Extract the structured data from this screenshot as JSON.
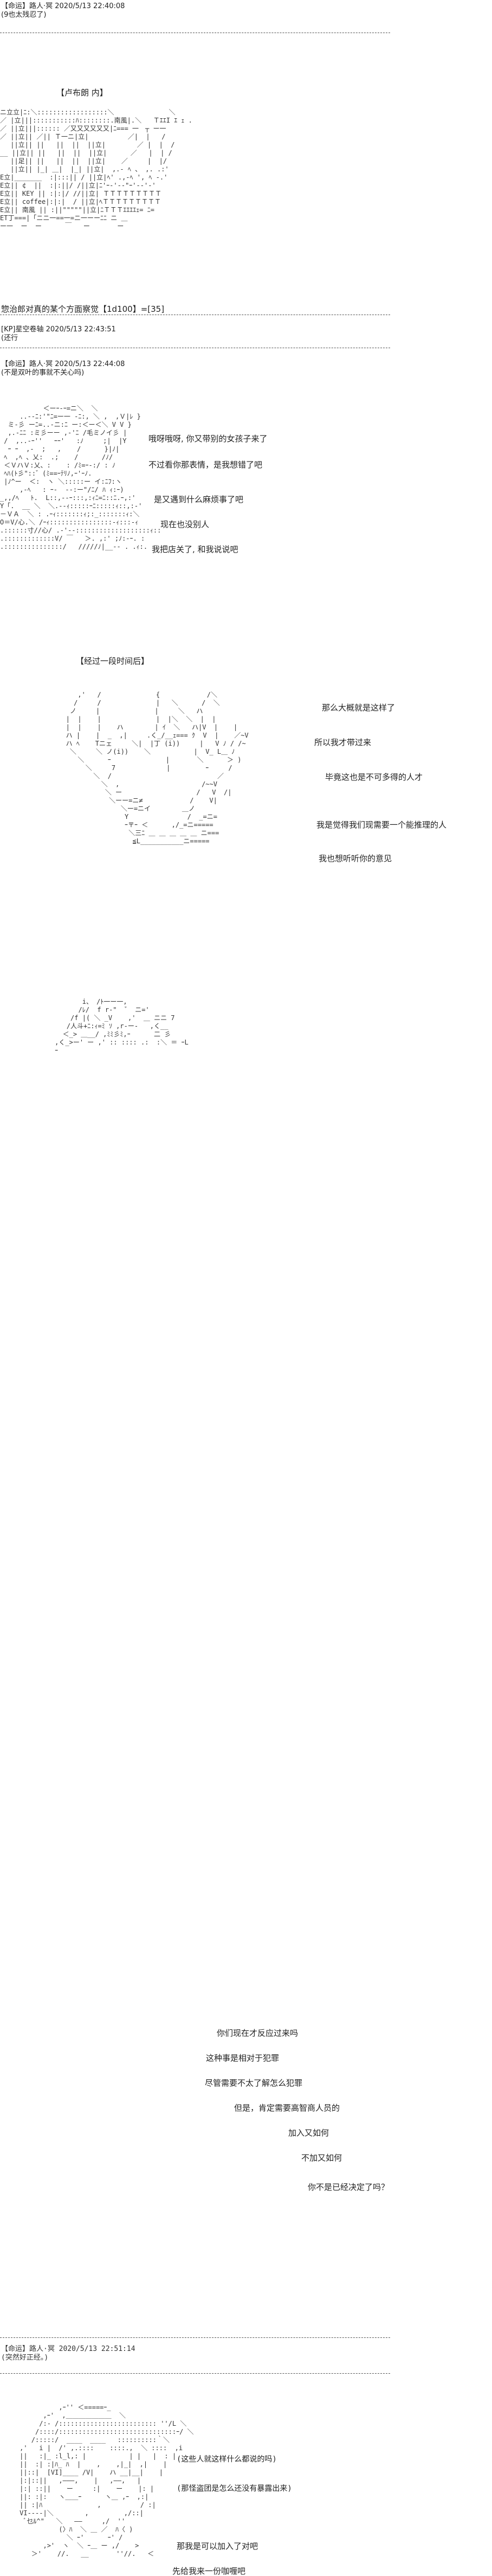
{
  "posts": [
    {
      "header": "【命运】路人·冥 2020/5/13 22:40:08",
      "sub": "(9也太残忍了)"
    },
    {
      "header": "[KP]星空卷轴 2020/5/13 22:43:51",
      "sub": "(还行"
    },
    {
      "header": "【命运】路人·冥 2020/5/13 22:44:08",
      "sub": "(不是双叶的事就不关心吗)"
    },
    {
      "header": "【命运】路人·冥 2020/5/13 22:51:14",
      "sub": "(突然好正经。)"
    }
  ],
  "scene1": {
    "title": "【卢布朗 内】",
    "sign_left": [
      "立|立　立|",
      "立|立|||　　立|",
      "立|立|¢",
      "立|||　KEY",
      "立|||coffee",
      "立|||　南風",
      "ET"
    ],
    "sign_south": "南風",
    "sign_key": "KEY",
    "sign_coffee": "coffee",
    "roll": "惣治郎对真的某个方面察觉【1d100】=[35]"
  },
  "scene2": {
    "lines": [
      "哦呀哦呀, 你又带别的女孩子来了",
      "不过看你那表情，是我想错了吧",
      "是又遇到什么麻烦事了吧",
      "现在也没别人",
      "我把店关了, 和我说说吧"
    ]
  },
  "scene3": {
    "title": "【经过一段时间后】",
    "lines": [
      "那么大概就是这样了",
      "所以我才带过来",
      "毕竟这也是不可多得的人才",
      "我是觉得我们现需要一个能推理的人",
      "我也想听听你的意见"
    ]
  },
  "scene4": {
    "lines": [
      "你们现在才反应过来吗",
      "这种事是相对于犯罪",
      "尽管需要不太了解怎么犯罪",
      "但是，肯定需要高智商人员的",
      "加入又如何",
      "不加又如何",
      "你不是已经决定了吗？"
    ]
  },
  "scene5": {
    "lines": [
      "(这些人就这样什么都说的吗)",
      "(那怪盗团是怎么还没有暴露出来)",
      "那我是可以加入了对吧",
      "先给我来一份咖喱吧"
    ]
  }
}
